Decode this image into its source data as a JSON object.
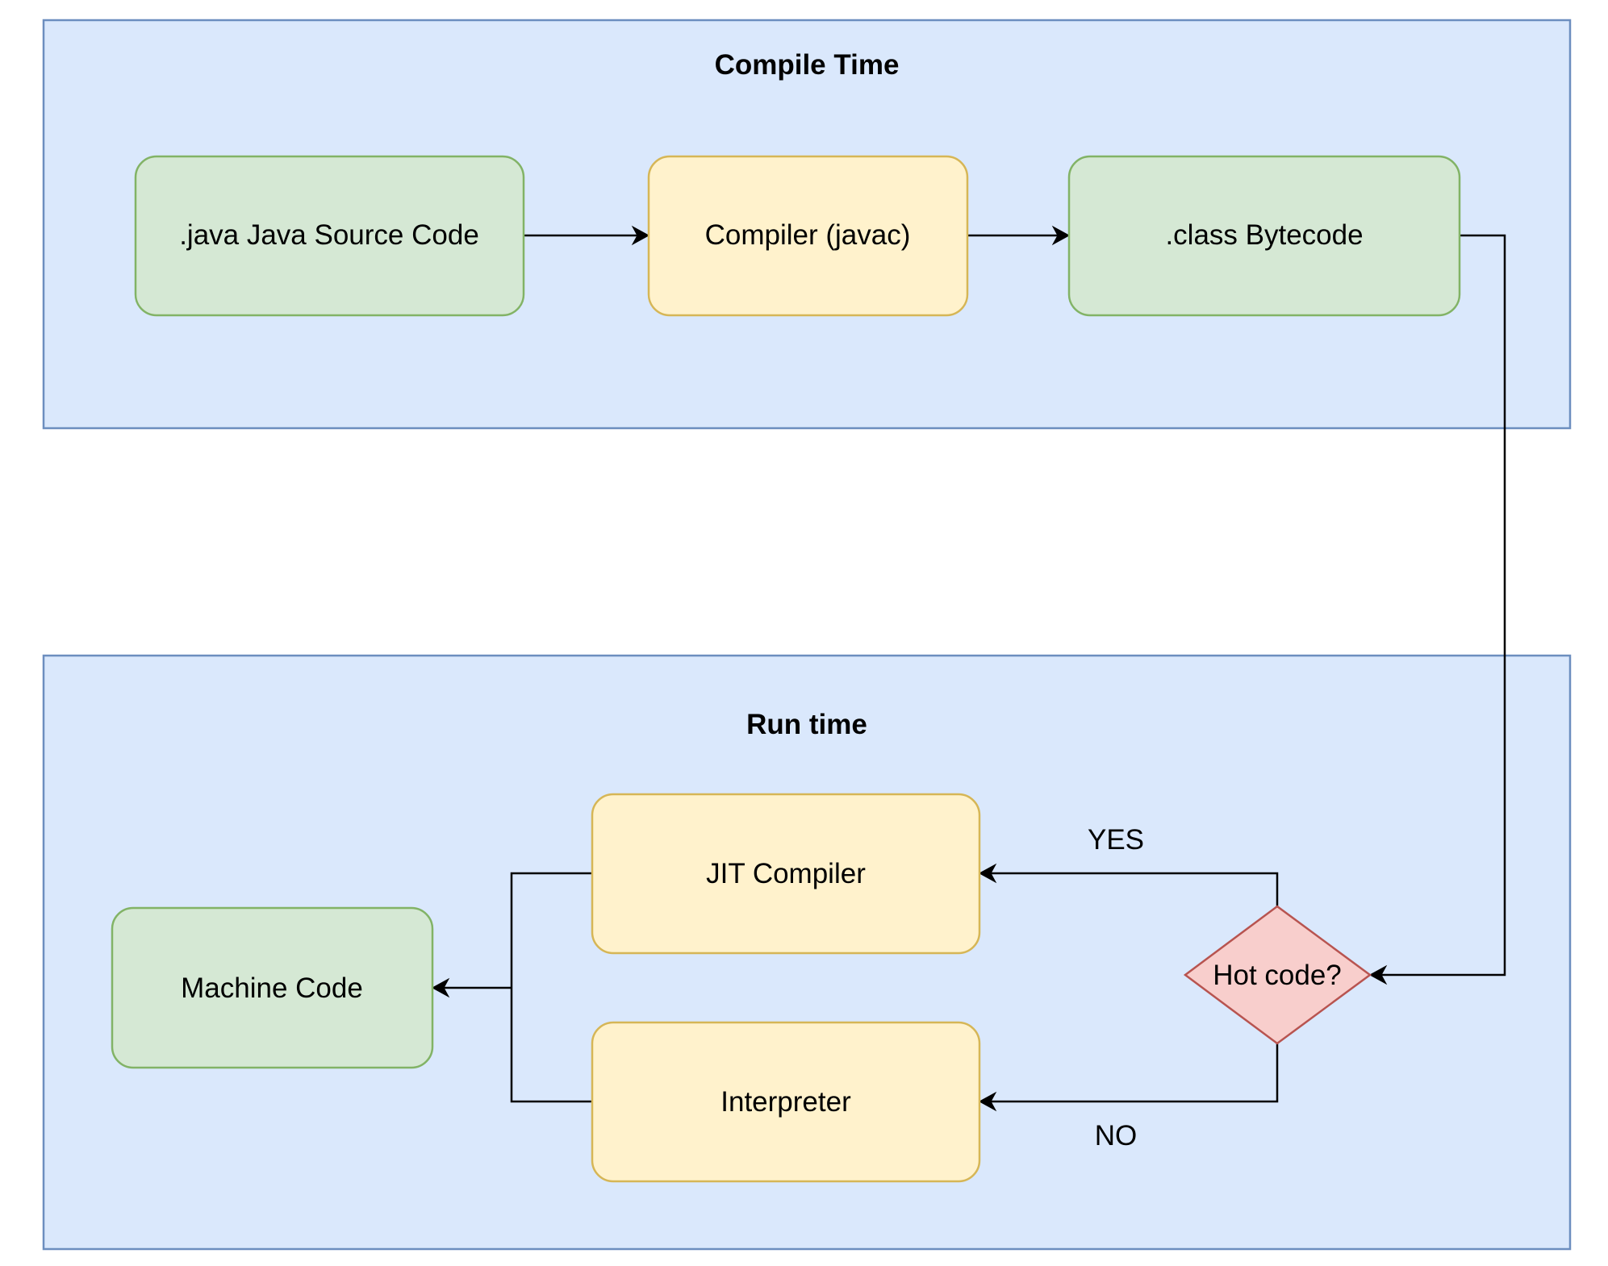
{
  "compile_panel": {
    "title": "Compile Time"
  },
  "runtime_panel": {
    "title": "Run time"
  },
  "nodes": {
    "java_source": ".java Java Source Code",
    "javac": "Compiler (javac)",
    "bytecode": ".class Bytecode",
    "jit": "JIT Compiler",
    "interpreter": "Interpreter",
    "machine_code": "Machine Code",
    "hot_code": "Hot code?"
  },
  "edge_labels": {
    "yes": "YES",
    "no": "NO"
  },
  "colors": {
    "panel_fill": "#dae8fc",
    "panel_stroke": "#6c8ebf",
    "green_fill": "#d5e8d4",
    "green_stroke": "#82b366",
    "yellow_fill": "#fff2cc",
    "yellow_stroke": "#d6b656",
    "decision_fill": "#f8cecc",
    "decision_stroke": "#b85450"
  }
}
